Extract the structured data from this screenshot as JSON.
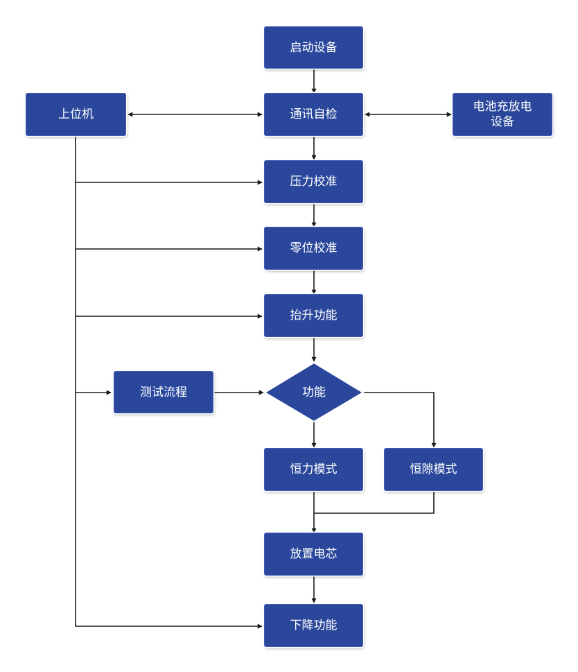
{
  "nodes": {
    "start": "启动设备",
    "comm_check": "通讯自检",
    "host": "上位机",
    "battery_l1": "电池充放电",
    "battery_l2": "设备",
    "pressure_cal": "压力校准",
    "zero_cal": "零位校准",
    "lift": "抬升功能",
    "test_flow": "测试流程",
    "function": "功能",
    "const_force": "恒力模式",
    "const_gap": "恒隙模式",
    "place_cell": "放置电芯",
    "lower": "下降功能"
  },
  "colors": {
    "node_fill": "#2a479c",
    "node_text": "#ffffff",
    "connector": "#1a1a1a"
  }
}
